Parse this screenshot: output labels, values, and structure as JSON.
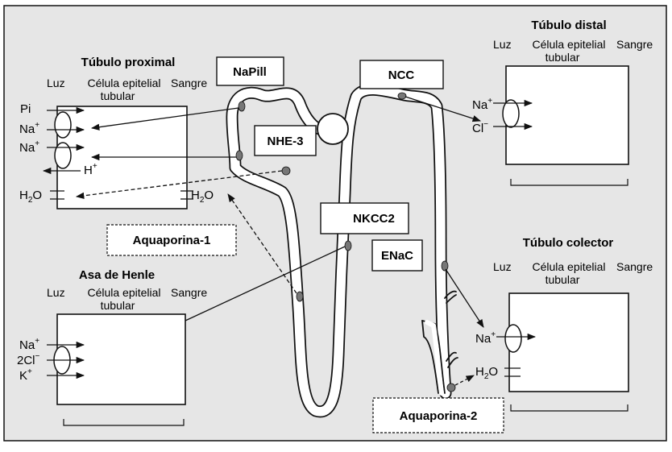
{
  "proximal": {
    "title": "Túbulo proximal",
    "luz": "Luz",
    "cell": [
      "Célula epitelial",
      "tubular"
    ],
    "sangre": "Sangre",
    "pi": "Pi",
    "na1": "Na",
    "na1_sup": "+",
    "na2": "Na",
    "na2_sup": "+",
    "h": "H",
    "h_sup": "+",
    "h2o_left_h": "H",
    "h2o_left_sub": "2",
    "h2o_left_o": "O",
    "h2o_right_h": "H",
    "h2o_right_sub": "2",
    "h2o_right_o": "O"
  },
  "henle": {
    "title": "Asa de Henle",
    "luz": "Luz",
    "cell": [
      "Célula epitelial",
      "tubular"
    ],
    "sangre": "Sangre",
    "na": "Na",
    "na_sup": "+",
    "cl": "2Cl",
    "cl_sup": "−",
    "k": "K",
    "k_sup": "+"
  },
  "distal": {
    "title": "Túbulo distal",
    "luz": "Luz",
    "cell": [
      "Célula epitelial",
      "tubular"
    ],
    "sangre": "Sangre",
    "na": "Na",
    "na_sup": "+",
    "cl": "Cl",
    "cl_sup": "−"
  },
  "collector": {
    "title": "Túbulo colector",
    "luz": "Luz",
    "cell": [
      "Célula epitelial",
      "tubular"
    ],
    "sangre": "Sangre",
    "na": "Na",
    "na_sup": "+",
    "h2o_h": "H",
    "h2o_sub": "2",
    "h2o_o": "O"
  },
  "labels": {
    "napill": "NaPill",
    "nhe3": "NHE-3",
    "ncc": "NCC",
    "nkcc2": "NKCC2",
    "enac": "ENaC",
    "aqp1": "Aquaporina-1",
    "aqp2": "Aquaporina-2"
  },
  "colors": {
    "stroke": "#111111",
    "background": "#e6e6e6",
    "box": "#ffffff",
    "channel": "#777777"
  }
}
